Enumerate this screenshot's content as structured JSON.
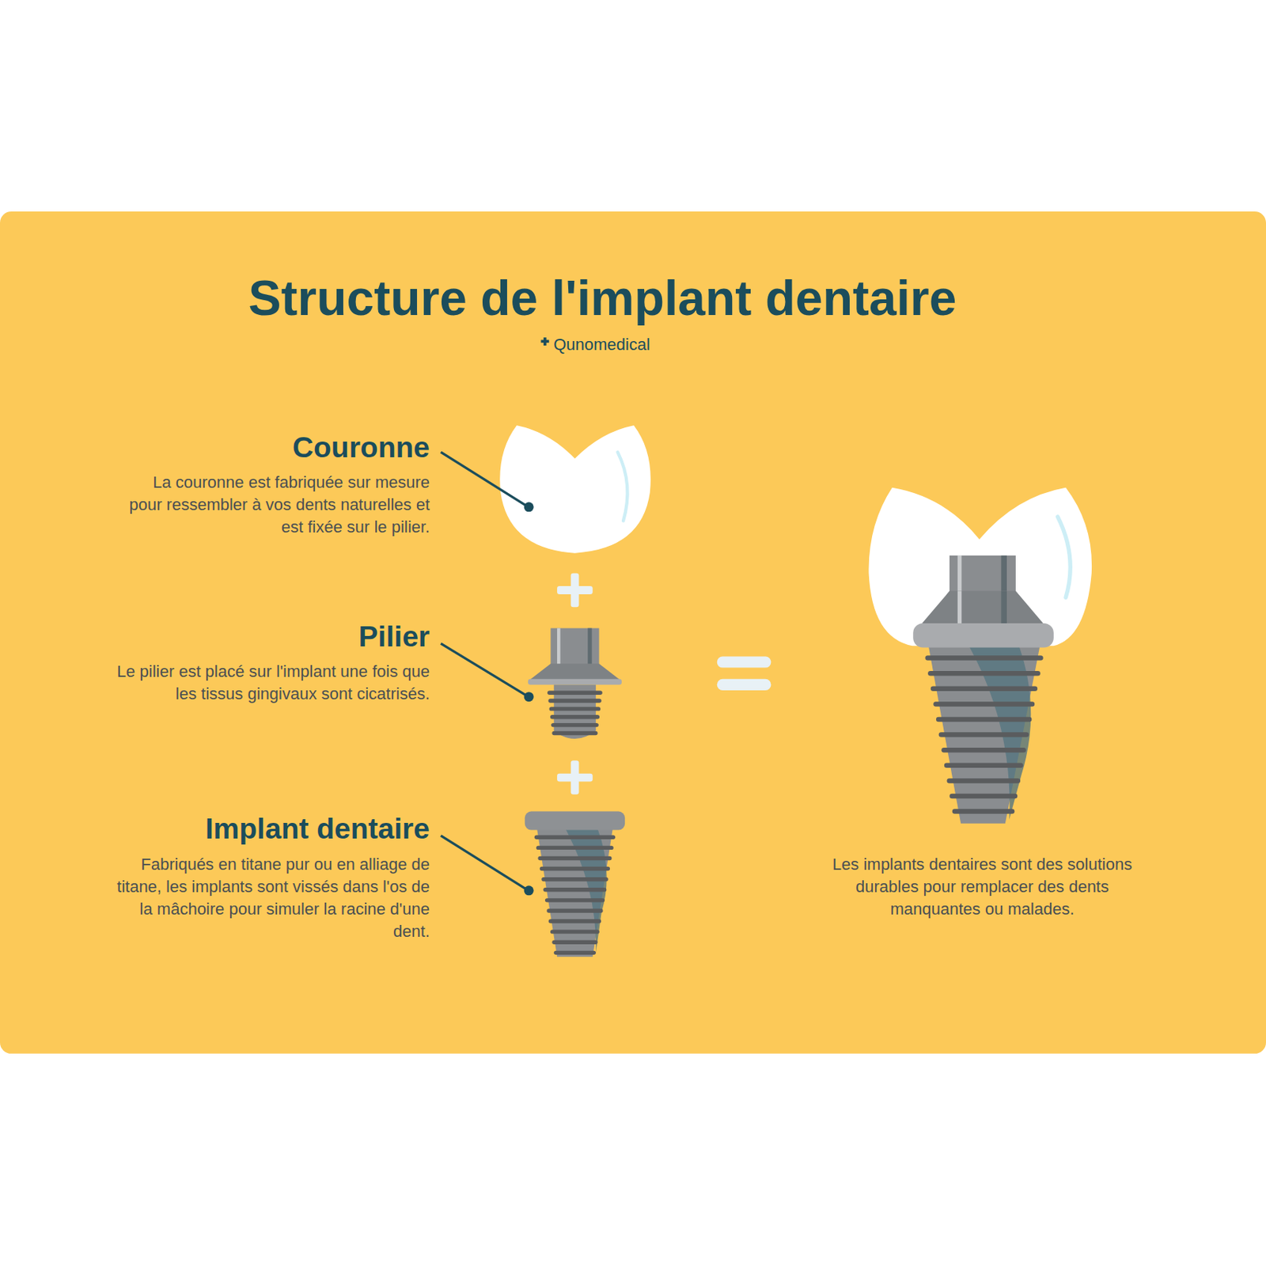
{
  "diagram": {
    "title": "Structure de l'implant dentaire",
    "labels": [
      "Qunomedical",
      "Couronne",
      "La couronne est fabriquée sur mesure pour ressembler à vos dents naturelles et est fixée sur le pilier.",
      "Pilier",
      "Le pilier est placé sur l'implant une fois que les tissus gingivaux sont cicatrisés.",
      "Implant dentaire",
      "Fabriqués en titane pur ou en alliage de titane, les implants sont vissés dans l'os de la mâchoire pour simuler la racine d'une dent.",
      "Les implants dentaires sont des solutions durables pour remplacer des dents manquantes ou malades."
    ]
  }
}
